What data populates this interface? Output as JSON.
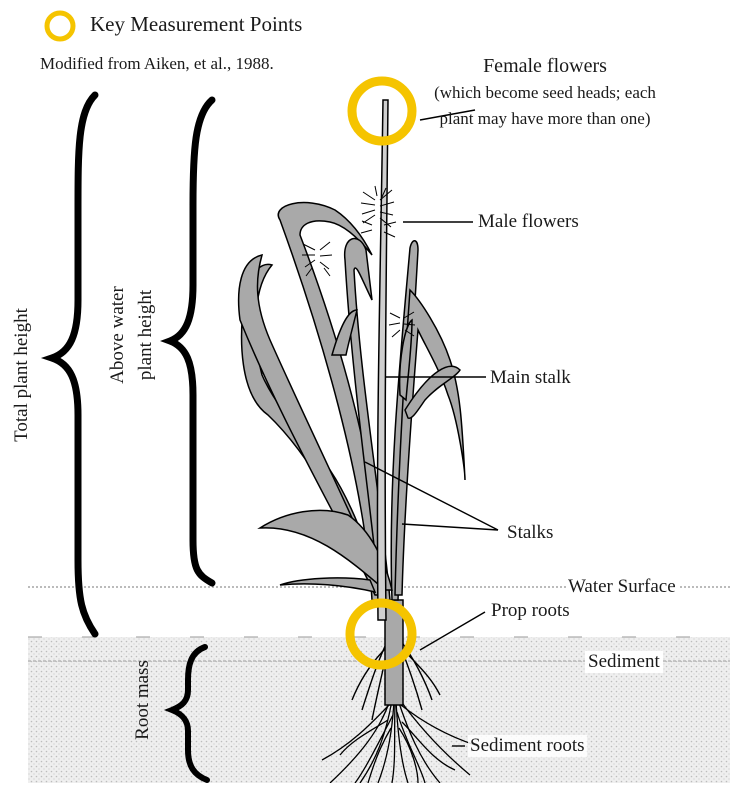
{
  "legend": {
    "text": "Key Measurement Points",
    "marker_color": "#f5c400"
  },
  "citation": "Modified from Aiken, et al., 1988.",
  "labels": {
    "female_title": "Female flowers",
    "female_detail": "(which become seed heads; each plant may have more than one)",
    "male_flowers": "Male flowers",
    "main_stalk": "Main stalk",
    "stalks": "Stalks",
    "water_surface": "Water Surface",
    "prop_roots": "Prop roots",
    "sediment": "Sediment",
    "sediment_roots": "Sediment roots"
  },
  "measurements": {
    "total_plant_height": "Total plant height",
    "above_water_line1": "Above water",
    "above_water_line2": "plant height",
    "root_mass": "Root mass"
  },
  "colors": {
    "measurement_point": "#f5c400",
    "leaf_fill": "#a9a9a9",
    "sediment_fill": "#e6e6e6",
    "ink": "#1a1a1a"
  }
}
